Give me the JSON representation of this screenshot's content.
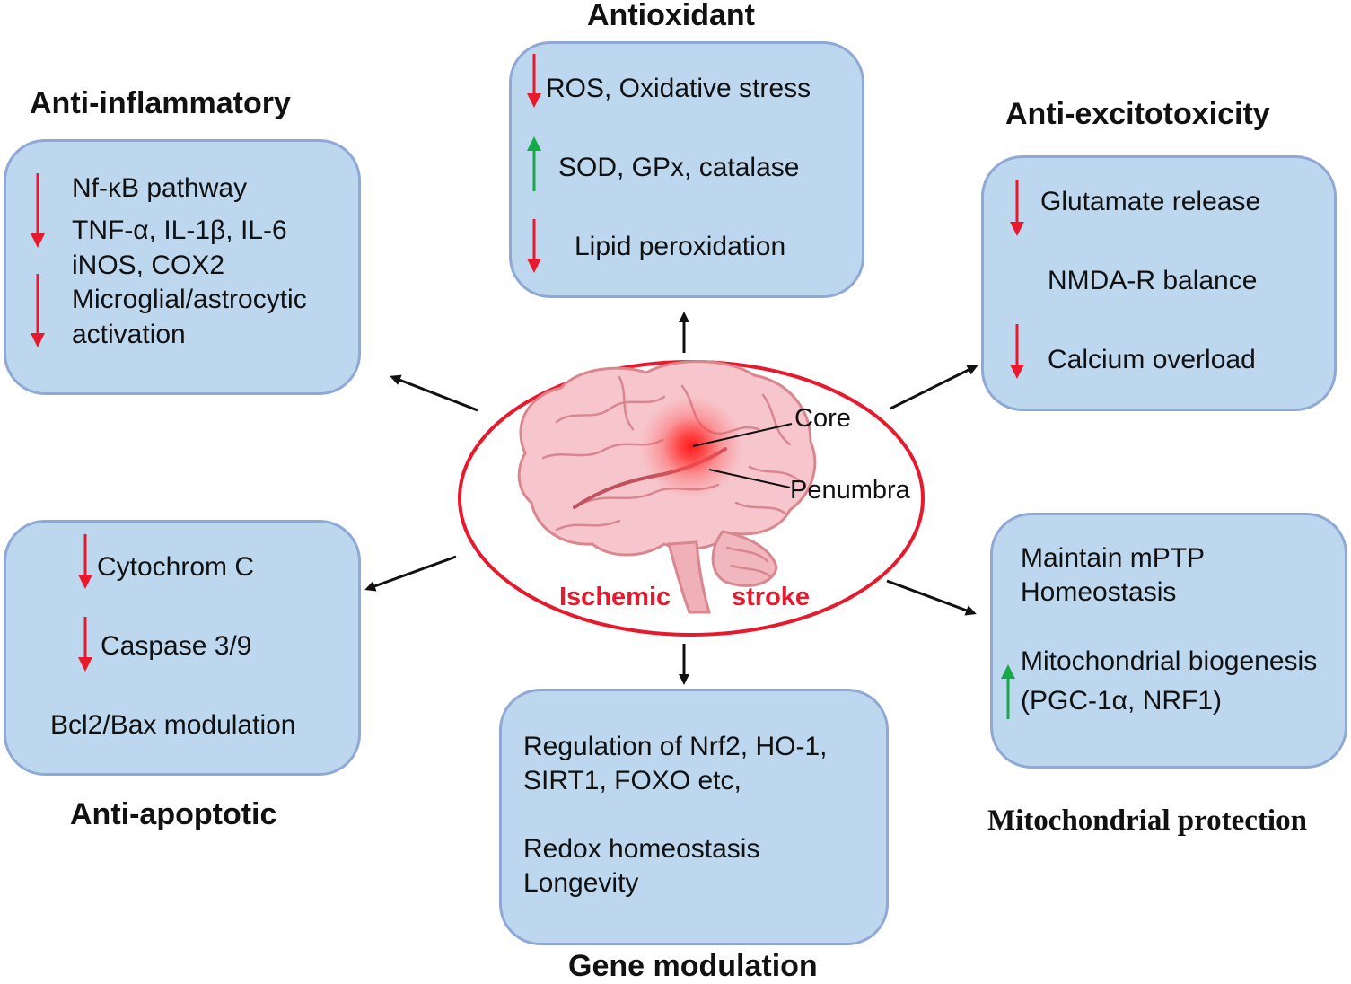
{
  "center": {
    "core_label": "Core",
    "penumbra_label": "Penumbra",
    "stroke_word1": "Ischemic",
    "stroke_word2": "stroke"
  },
  "panels": {
    "antioxidant": {
      "title": "Antioxidant",
      "lines": [
        "ROS, Oxidative stress",
        "SOD, GPx, catalase",
        "Lipid peroxidation"
      ]
    },
    "anti_inflammatory": {
      "title": "Anti-inflammatory",
      "lines": [
        "Nf-κB pathway",
        "TNF-α, IL-1β, IL-6",
        "iNOS, COX2",
        "Microglial/astrocytic",
        "activation"
      ]
    },
    "anti_excitotoxicity": {
      "title": "Anti-excitotoxicity",
      "lines": [
        "Glutamate release",
        "NMDA-R balance",
        "Calcium overload"
      ]
    },
    "anti_apoptotic": {
      "title": "Anti-apoptotic",
      "lines": [
        "Cytochrom C",
        "Caspase 3/9",
        "Bcl2/Bax modulation"
      ]
    },
    "mitochondrial": {
      "title": "Mitochondrial protection",
      "lines": [
        "Maintain mPTP",
        "Homeostasis",
        "Mitochondrial biogenesis",
        "(PGC-1α, NRF1)"
      ]
    },
    "gene_modulation": {
      "title": "Gene modulation",
      "lines": [
        "Regulation of Nrf2, HO-1,",
        "SIRT1, FOXO etc,",
        "Redox homeostasis",
        "Longevity"
      ]
    }
  },
  "colors": {
    "box_fill": "#bdd7ee",
    "box_border": "#8fa8d6",
    "down_arrow": "#e8192c",
    "up_arrow": "#17a84b",
    "ellipse": "#e8192c"
  }
}
